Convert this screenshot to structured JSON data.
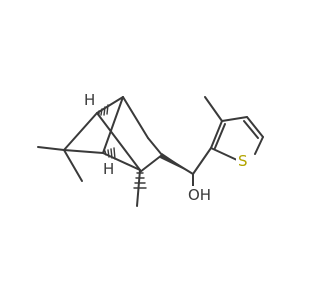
{
  "molecule": {
    "atom_labels": {
      "hydroxyl": "OH",
      "sulfur": "S",
      "hydrogen_top": "H",
      "hydrogen_bottom": "H"
    },
    "colors": {
      "bond": "#3a3a3a",
      "sulfur": "#b2a400",
      "background": "#ffffff"
    }
  }
}
